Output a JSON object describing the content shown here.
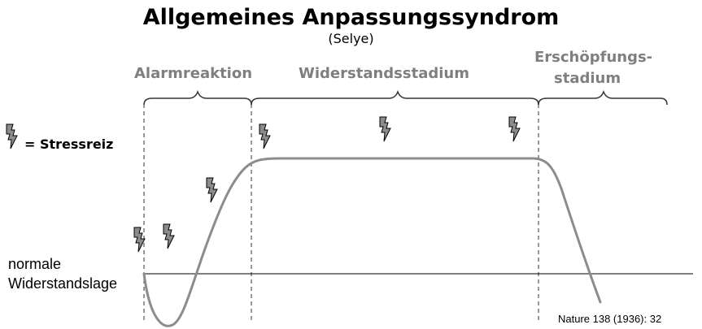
{
  "title": "Allgemeines Anpassungssyndrom",
  "subtitle": "(Selye)",
  "phases": {
    "alarm": "Alarmreaktion",
    "resistance": "Widerstandsstadium",
    "exhaustion_line1": "Erschöpfungs-",
    "exhaustion_line2": "stadium"
  },
  "legend": {
    "icon": "lightning-bolt-icon",
    "label": "= Stressreiz"
  },
  "baseline": {
    "line1": "normale",
    "line2": "Widerstandslage"
  },
  "citation": "Nature 138 (1936): 32",
  "colors": {
    "curve": "#8c8c8c",
    "phase_text": "#7f7f7f",
    "bolt_fill": "#8c8c8c",
    "bolt_stroke": "#000000"
  }
}
